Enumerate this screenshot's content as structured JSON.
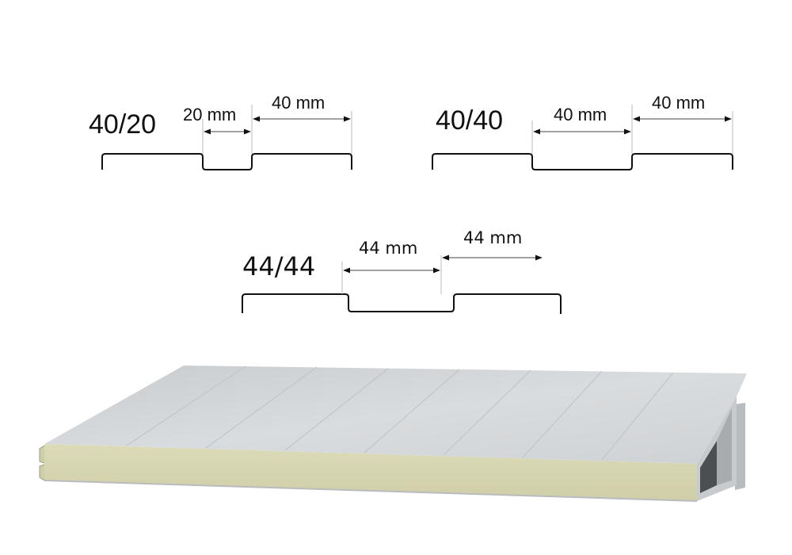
{
  "profiles": [
    {
      "name": "40/20",
      "dim_a": "20 mm",
      "dim_b": "40 mm"
    },
    {
      "name": "40/40",
      "dim_a": "40 mm",
      "dim_b": "40 mm"
    },
    {
      "name": "44/44",
      "dim_a": "44 mm",
      "dim_b": "44 mm"
    }
  ],
  "colors": {
    "panel_face": "#d5d8da",
    "panel_core": "#d8d7b4",
    "outline": "#111111"
  }
}
